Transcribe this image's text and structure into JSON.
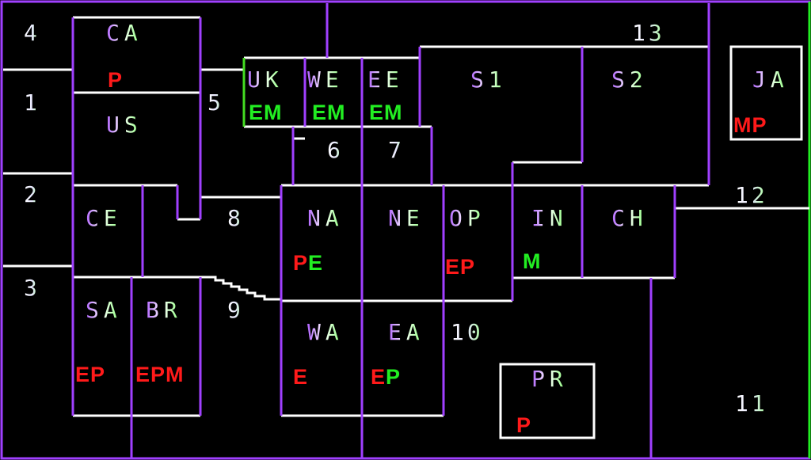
{
  "colors": {
    "background": "#000000",
    "territory_border": "#a040ff",
    "route_line": "#ffffff",
    "region_label": "#ffffff",
    "status_red": "#ff1a1a",
    "status_green": "#22ee22"
  },
  "regions": [
    {
      "id": "CA",
      "label": "CA",
      "status": [
        {
          "t": "P",
          "c": "red"
        }
      ]
    },
    {
      "id": "US",
      "label": "US",
      "status": []
    },
    {
      "id": "UK",
      "label": "UK",
      "status": [
        {
          "t": "EM",
          "c": "green"
        }
      ]
    },
    {
      "id": "WE",
      "label": "WE",
      "status": [
        {
          "t": "EM",
          "c": "green"
        }
      ]
    },
    {
      "id": "EE",
      "label": "EE",
      "status": [
        {
          "t": "EM",
          "c": "green"
        }
      ]
    },
    {
      "id": "S1",
      "label": "S1",
      "status": []
    },
    {
      "id": "S2",
      "label": "S2",
      "status": []
    },
    {
      "id": "JA",
      "label": "JA",
      "status": [
        {
          "t": "MP",
          "c": "red"
        }
      ]
    },
    {
      "id": "CE",
      "label": "CE",
      "status": []
    },
    {
      "id": "NA",
      "label": "NA",
      "status": [
        {
          "t": "P",
          "c": "red"
        },
        {
          "t": "E",
          "c": "green"
        }
      ]
    },
    {
      "id": "NE",
      "label": "NE",
      "status": []
    },
    {
      "id": "OP",
      "label": "OP",
      "status": [
        {
          "t": "EP",
          "c": "red"
        }
      ]
    },
    {
      "id": "IN",
      "label": "IN",
      "status": [
        {
          "t": "M",
          "c": "green"
        }
      ]
    },
    {
      "id": "CH",
      "label": "CH",
      "status": []
    },
    {
      "id": "SA",
      "label": "SA",
      "status": [
        {
          "t": "EP",
          "c": "red"
        }
      ]
    },
    {
      "id": "BR",
      "label": "BR",
      "status": [
        {
          "t": "EPM",
          "c": "red"
        }
      ]
    },
    {
      "id": "WA",
      "label": "WA",
      "status": [
        {
          "t": "E",
          "c": "red"
        }
      ]
    },
    {
      "id": "EA",
      "label": "EA",
      "status": [
        {
          "t": "E",
          "c": "red"
        },
        {
          "t": "P",
          "c": "green"
        }
      ]
    },
    {
      "id": "PR",
      "label": "PR",
      "status": [
        {
          "t": "P",
          "c": "red"
        }
      ]
    }
  ],
  "sea_zones": [
    "1",
    "2",
    "3",
    "4",
    "5",
    "6",
    "7",
    "8",
    "9",
    "10",
    "11",
    "12",
    "13"
  ]
}
